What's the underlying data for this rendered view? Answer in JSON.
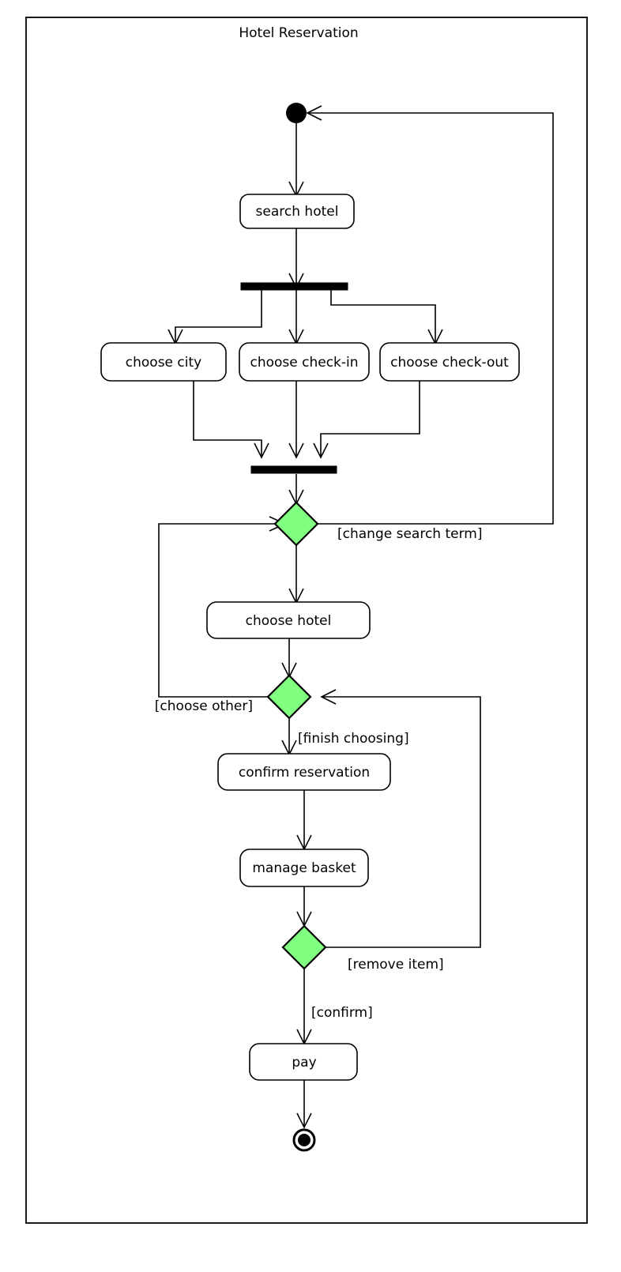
{
  "diagram": {
    "kind": "uml-activity-diagram",
    "frame_title": "Hotel Reservation",
    "colors": {
      "decision_fill": "#80FF80",
      "node_fill": "#FFFFFF",
      "stroke": "#000000",
      "background": "#FFFFFF"
    },
    "nodes": {
      "initial": "initial-node",
      "final": "final-node",
      "search_hotel": "search hotel",
      "choose_city": "choose city",
      "choose_checkin": "choose check-in",
      "choose_checkout": "choose check-out",
      "choose_hotel": "choose hotel",
      "confirm_reservation": "confirm reservation",
      "manage_basket": "manage basket",
      "pay": "pay"
    },
    "guards": {
      "change_search_term": "[change search term]",
      "choose_other": "[choose other]",
      "finish_choosing": "[finish choosing]",
      "remove_item": "[remove item]",
      "confirm": "[confirm]"
    },
    "flow": [
      {
        "from": "initial-node",
        "to": "search hotel",
        "guard": ""
      },
      {
        "from": "search hotel",
        "to": "fork-bar",
        "guard": ""
      },
      {
        "from": "fork-bar",
        "to": "choose city",
        "guard": ""
      },
      {
        "from": "fork-bar",
        "to": "choose check-in",
        "guard": ""
      },
      {
        "from": "fork-bar",
        "to": "choose check-out",
        "guard": ""
      },
      {
        "from": "choose city",
        "to": "join-bar",
        "guard": ""
      },
      {
        "from": "choose check-in",
        "to": "join-bar",
        "guard": ""
      },
      {
        "from": "choose check-out",
        "to": "join-bar",
        "guard": ""
      },
      {
        "from": "join-bar",
        "to": "decision-search",
        "guard": ""
      },
      {
        "from": "decision-search",
        "to": "initial-node",
        "guard": "[change search term]"
      },
      {
        "from": "decision-search",
        "to": "choose hotel",
        "guard": ""
      },
      {
        "from": "choose hotel",
        "to": "decision-hotel",
        "guard": ""
      },
      {
        "from": "decision-hotel",
        "to": "decision-search",
        "guard": "[choose other]"
      },
      {
        "from": "decision-hotel",
        "to": "confirm reservation",
        "guard": "[finish choosing]"
      },
      {
        "from": "confirm reservation",
        "to": "manage basket",
        "guard": ""
      },
      {
        "from": "manage basket",
        "to": "decision-basket",
        "guard": ""
      },
      {
        "from": "decision-basket",
        "to": "decision-hotel",
        "guard": "[remove item]"
      },
      {
        "from": "decision-basket",
        "to": "pay",
        "guard": "[confirm]"
      },
      {
        "from": "pay",
        "to": "final-node",
        "guard": ""
      }
    ]
  }
}
